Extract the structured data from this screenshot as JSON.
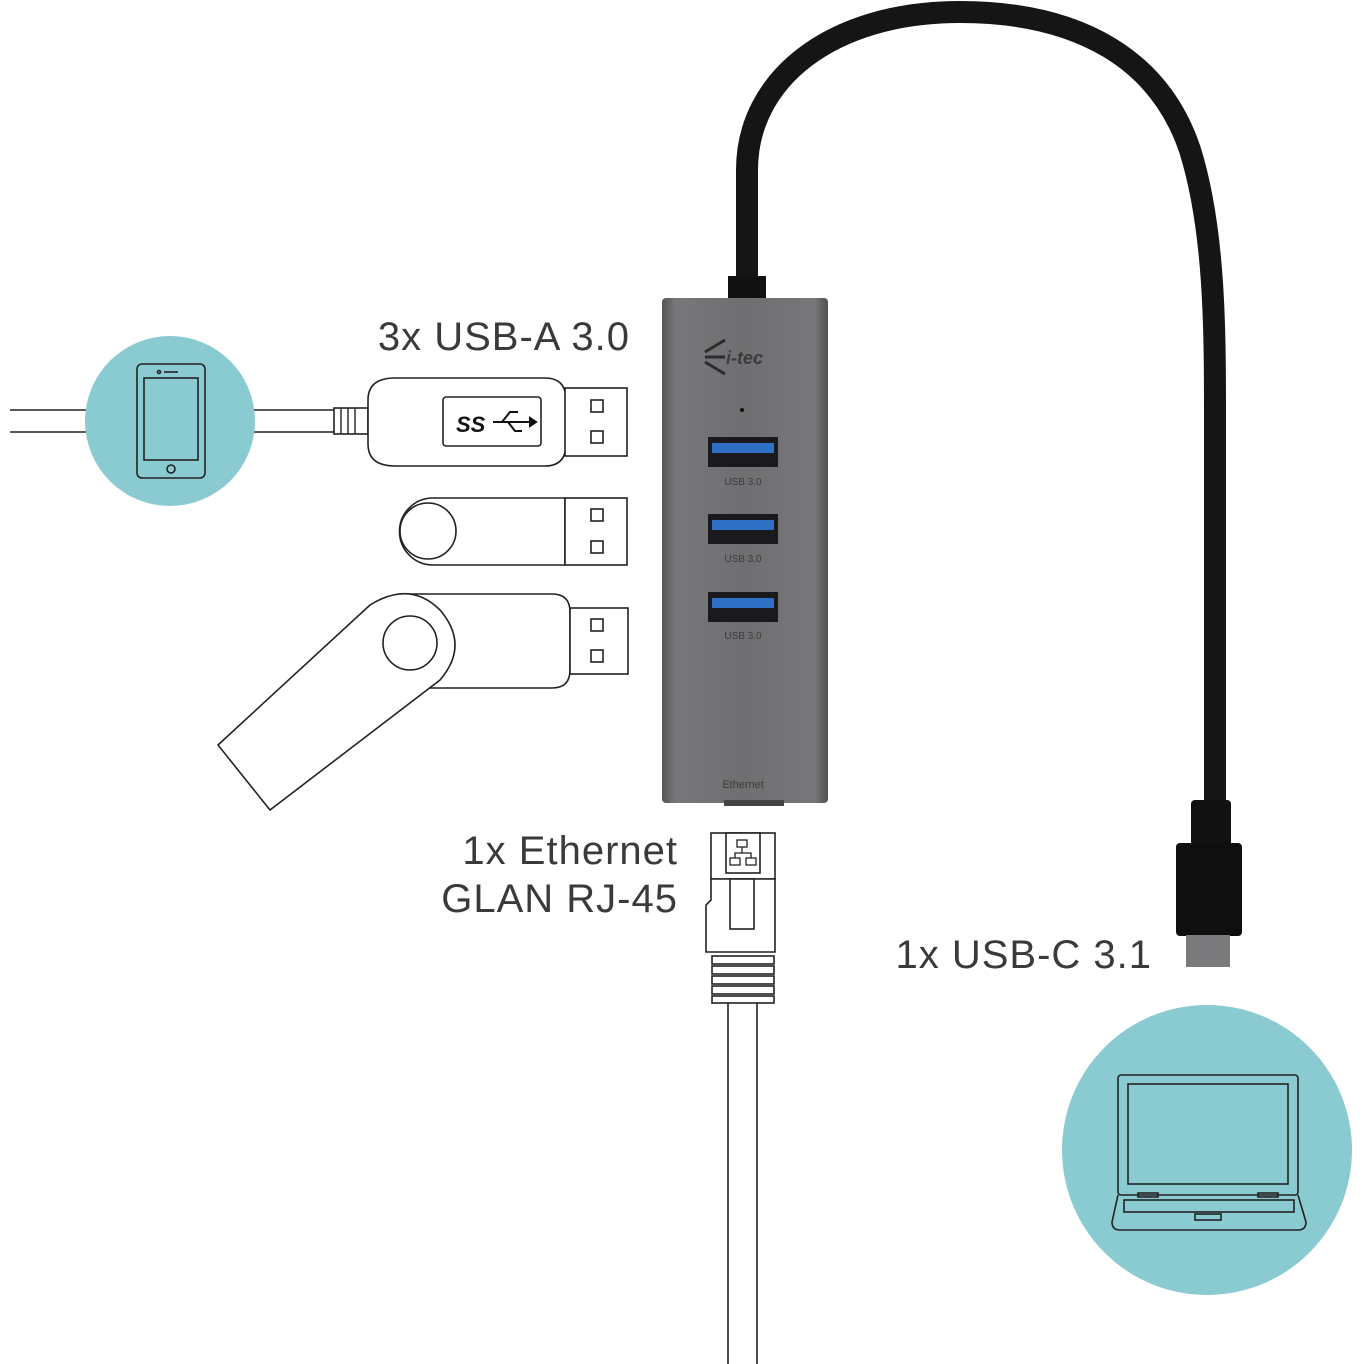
{
  "labels": {
    "usb_a": "3x USB-A 3.0",
    "ethernet_line1": "1x Ethernet",
    "ethernet_line2": "GLAN RJ-45",
    "usb_c": "1x USB-C 3.1"
  },
  "hub": {
    "brand": "i-tec",
    "ports": [
      {
        "label": "USB 3.0"
      },
      {
        "label": "USB 3.0"
      },
      {
        "label": "USB 3.0"
      }
    ],
    "ethernet_label": "Ethernet"
  },
  "usb_logo": "SS",
  "colors": {
    "device_circle": "#8acbd1",
    "hub_body": "#6c6c6e",
    "cable": "#151515",
    "usb3_blue": "#2f6fc4"
  }
}
